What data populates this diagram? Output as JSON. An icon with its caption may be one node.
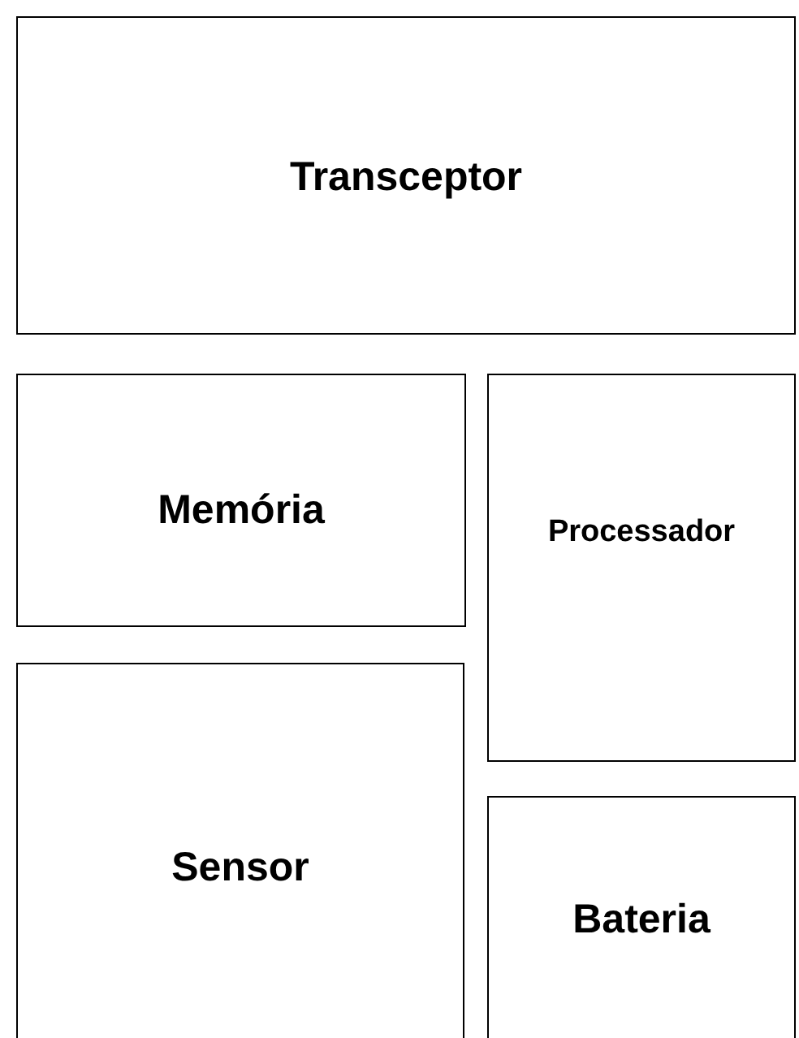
{
  "diagram": {
    "nodes": [
      {
        "text": [
          "Transceptor"
        ]
      },
      {
        "text": [
          "Memória"
        ]
      },
      {
        "text": [
          "Processador"
        ]
      },
      {
        "text": [
          "Sensor"
        ]
      },
      {
        "text": [
          "Bateria"
        ]
      }
    ]
  }
}
